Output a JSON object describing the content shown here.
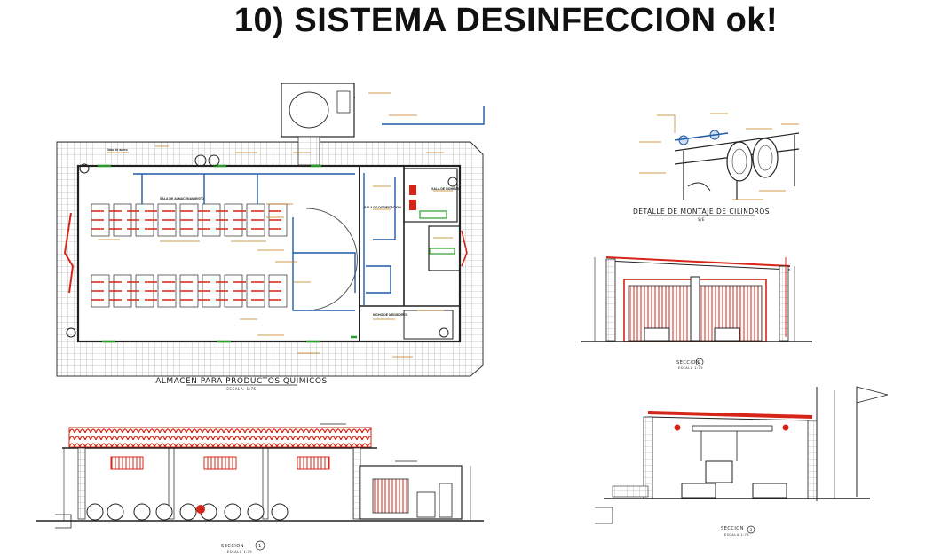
{
  "title": "10) SISTEMA DESINFECCION ok!",
  "plan": {
    "caption": "ALMACEN PARA PRODUCTOS QUIMICOS",
    "scale": "ESCALA: 1:75"
  },
  "detail": {
    "caption": "DETALLE DE MONTAJE DE CILINDROS",
    "scale": "S/E"
  },
  "section_main": {
    "caption": "SECCION",
    "scale": "ESCALA 1:75"
  },
  "section_2": {
    "caption": "SECCION",
    "number": "2",
    "scale": "ESCALA 1:75"
  },
  "section_3": {
    "caption": "SECCION",
    "number": "3",
    "scale": "ESCALA 1:75"
  },
  "section_1": {
    "number": "1"
  },
  "colors": {
    "red": "#d62418",
    "green": "#2b9c2b",
    "blue": "#1f5aa8",
    "orange": "#c47b12",
    "dark": "#222222"
  }
}
